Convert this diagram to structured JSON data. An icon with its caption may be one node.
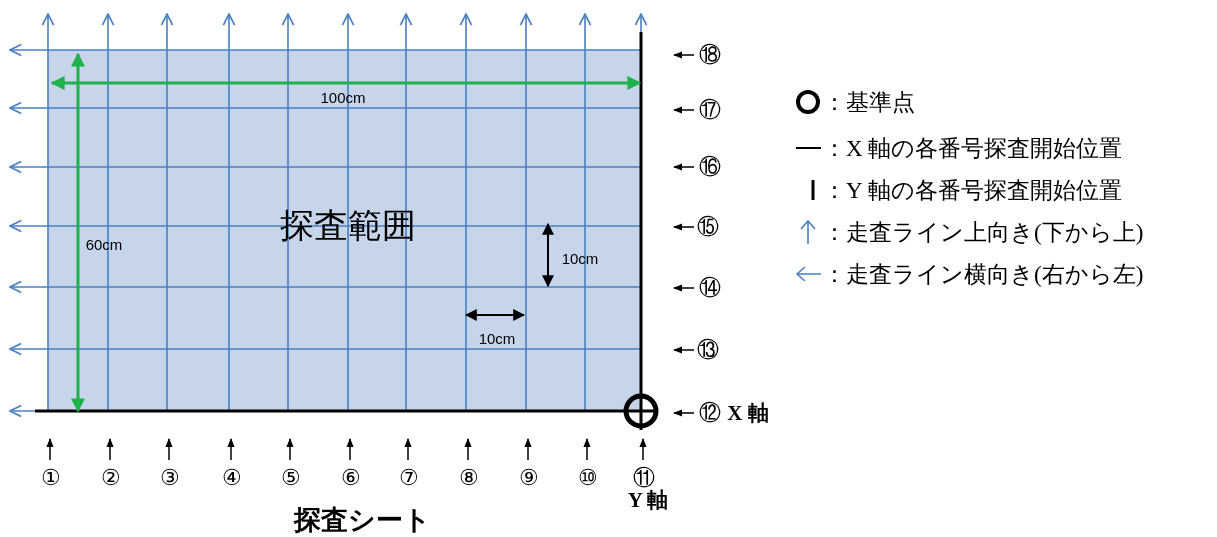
{
  "diagram": {
    "caption": "探査シート",
    "nodes": [
      {
        "text": [
          "探査範囲"
        ]
      }
    ],
    "edges": [],
    "labels": [
      "⑱",
      "100cm",
      "⑰",
      "⑯",
      "⑮",
      "60cm",
      "10cm",
      "⑭",
      "10cm",
      "⑬",
      "⑫",
      "X 軸",
      "①",
      "②",
      "③",
      "④",
      "⑤",
      "⑥",
      "⑦",
      "⑧",
      "⑨",
      "⑩",
      "⑪",
      "Y 軸"
    ],
    "legend": [
      {
        "text": "：基準点"
      },
      {
        "text": "：X 軸の各番号探査開始位置"
      },
      {
        "text": "：Y 軸の各番号探査開始位置"
      },
      {
        "text": "：走査ライン上向き(下から上)"
      },
      {
        "text": "：走査ライン横向き(右から左)"
      }
    ]
  }
}
